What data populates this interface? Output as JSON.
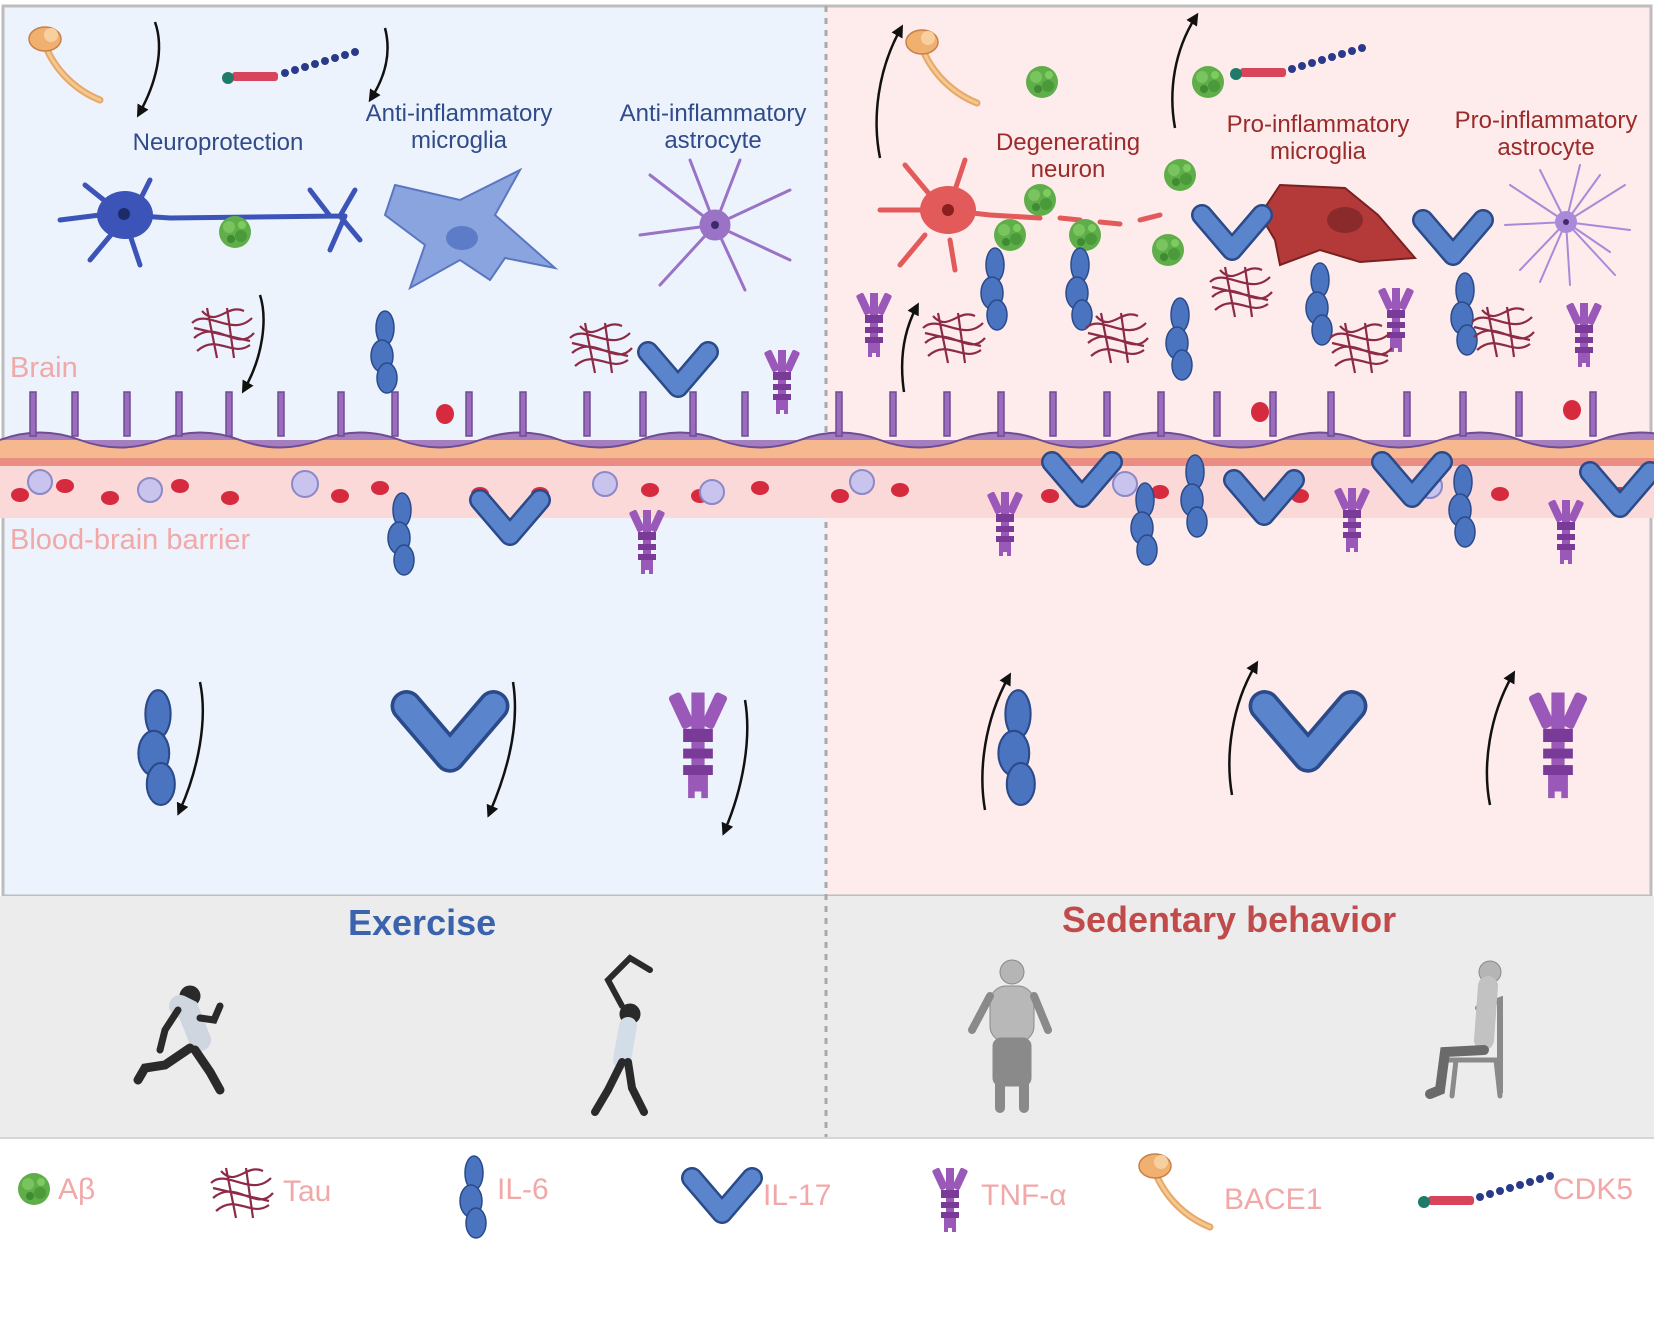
{
  "labels": {
    "neuroprotection": "Neuroprotection",
    "anti_microglia_1": "Anti-inflammatory",
    "anti_microglia_2": "microglia",
    "anti_astro_1": "Anti-inflammatory",
    "anti_astro_2": "astrocyte",
    "degen_1": "Degenerating",
    "degen_2": "neuron",
    "pro_microglia_1": "Pro-inflammatory",
    "pro_microglia_2": "microglia",
    "pro_astro_1": "Pro-inflammatory",
    "pro_astro_2": "astrocyte",
    "brain": "Brain",
    "bbb": "Blood-brain barrier"
  },
  "headings": {
    "exercise": "Exercise",
    "sedentary": "Sedentary behavior"
  },
  "legend": [
    {
      "label": "Aβ",
      "icon": "amyloid-beta-icon"
    },
    {
      "label": "Tau",
      "icon": "tau-tangle-icon"
    },
    {
      "label": "IL-6",
      "icon": "il6-icon"
    },
    {
      "label": "IL-17",
      "icon": "il17-icon"
    },
    {
      "label": "TNF-α",
      "icon": "tnf-alpha-icon"
    },
    {
      "label": "BACE1",
      "icon": "bace1-icon"
    },
    {
      "label": "CDK5",
      "icon": "cdk5-icon"
    }
  ],
  "colors": {
    "exercise_bg": "#edf3fc",
    "sedentary_bg": "#fdeceb",
    "bottom_bg": "#ececec",
    "exercise_heading": "#3a62ad",
    "sedentary_heading": "#c14b4b",
    "label_pink": "#f0a8a8",
    "cytokine_blue": "#4a74c0",
    "tnf_purple": "#8a4aa8",
    "tau_red": "#8d2b47",
    "abeta_green": "#4a9a3a"
  }
}
